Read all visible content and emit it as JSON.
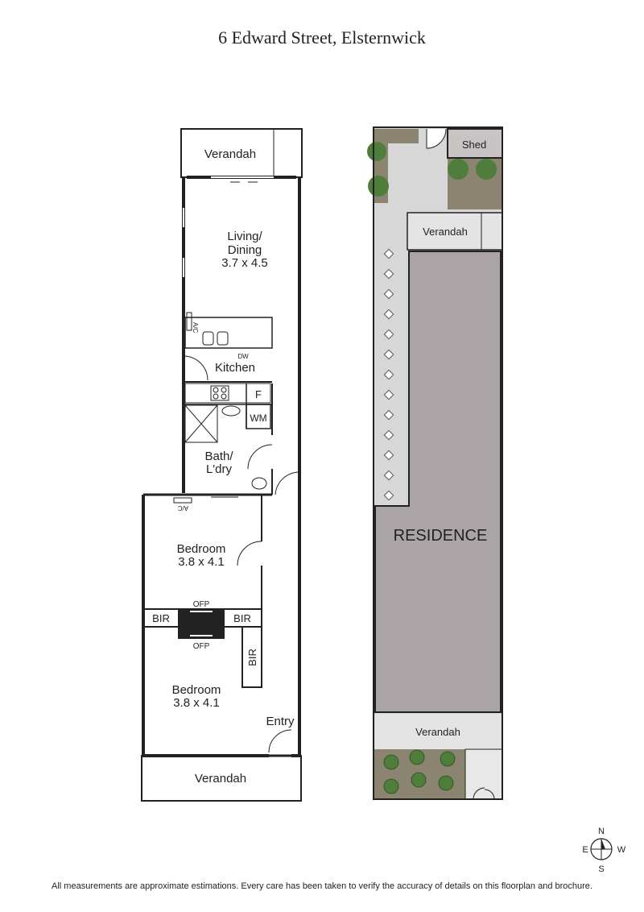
{
  "title": "6 Edward Street, Elsternwick",
  "floorplan": {
    "verandah_rear": "Verandah",
    "living_line1": "Living/",
    "living_line2": "Dining",
    "living_dim": "3.7 x 4.5",
    "ac_label": "A/C",
    "dw_label": "DW",
    "kitchen": "Kitchen",
    "fridge": "F",
    "wm": "WM",
    "bath_line1": "Bath/",
    "bath_line2": "L'dry",
    "ac_label2": "A/C",
    "bedroom1": "Bedroom",
    "bedroom1_dim": "3.8 x 4.1",
    "ofp_top": "OFP",
    "bir_left": "BIR",
    "bir_right": "BIR",
    "ofp_bottom": "OFP",
    "bir_vertical": "BIR",
    "bedroom2": "Bedroom",
    "bedroom2_dim": "3.8 x 4.1",
    "entry": "Entry",
    "verandah_front": "Verandah"
  },
  "siteplan": {
    "shed": "Shed",
    "verandah_rear": "Verandah",
    "residence": "RESIDENCE",
    "verandah_front": "Verandah"
  },
  "compass": {
    "n": "N",
    "e": "E",
    "w": "W",
    "s": "S"
  },
  "disclaimer": "All measurements are approximate estimations. Every care has been taken to verify the accuracy of details on this floorplan and brochure.",
  "colors": {
    "wall": "#222222",
    "residence": "#aaa4a6",
    "paving": "#d8d7d7",
    "garden": "#8a8470",
    "plant": "#4f7d3b"
  }
}
